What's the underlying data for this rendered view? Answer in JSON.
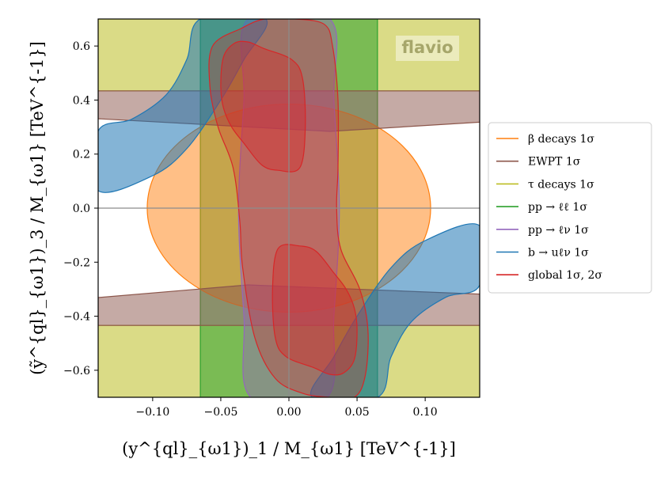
{
  "chart_data": {
    "type": "contour",
    "xlabel": "(y^{ql}_{ω1})_1 / M_{ω1}  [TeV^{-1}]",
    "ylabel": "(ỹ^{ql}_{ω1})_3 / M_{ω1}  [TeV^{-1}]",
    "xlim": [
      -0.14,
      0.14
    ],
    "ylim": [
      -0.7,
      0.7
    ],
    "x_ticks": [
      -0.1,
      -0.05,
      0.0,
      0.05,
      0.1
    ],
    "x_tick_labels": [
      "−0.10",
      "−0.05",
      "0.00",
      "0.05",
      "0.10"
    ],
    "y_ticks": [
      -0.6,
      -0.4,
      -0.2,
      0.0,
      0.2,
      0.4,
      0.6
    ],
    "y_tick_labels": [
      "−0.6",
      "−0.4",
      "−0.2",
      "0.0",
      "0.2",
      "0.4",
      "0.6"
    ],
    "watermark": "flavio",
    "legend_position": "outside-right",
    "legend": [
      {
        "label": "β decays 1σ",
        "color": "#ff7f0e"
      },
      {
        "label": "EWPT 1σ",
        "color": "#8c564b"
      },
      {
        "label": "τ decays 1σ",
        "color": "#bcbd22"
      },
      {
        "label": "pp → ℓℓ 1σ",
        "color": "#2ca02c"
      },
      {
        "label": "pp → ℓν 1σ",
        "color": "#9467bd"
      },
      {
        "label": "b → uℓν 1σ",
        "color": "#1f77b4"
      },
      {
        "label": "global 1σ, 2σ",
        "color": "#d62728"
      }
    ],
    "regions": {
      "beta_decays": {
        "type": "ellipse",
        "center": [
          0.0,
          0.0
        ],
        "rx": 0.104,
        "ry": 0.385
      },
      "ewpt_upper": [
        [
          -0.14,
          0.331
        ],
        [
          0.03,
          0.284
        ],
        [
          0.14,
          0.318
        ],
        [
          0.14,
          0.434
        ],
        [
          -0.14,
          0.434
        ]
      ],
      "ewpt_lower": [
        [
          -0.14,
          -0.331
        ],
        [
          -0.03,
          -0.284
        ],
        [
          0.14,
          -0.318
        ],
        [
          0.14,
          -0.434
        ],
        [
          -0.14,
          -0.434
        ]
      ],
      "tau_band_abs_y_min": 0.434,
      "pp_ll_x_range": [
        -0.065,
        0.065
      ],
      "pp_lnu": [
        [
          -0.028,
          -0.7
        ],
        [
          0.028,
          -0.7
        ],
        [
          0.033,
          -0.4
        ],
        [
          0.037,
          0.0
        ],
        [
          0.033,
          0.4
        ],
        [
          0.03,
          0.7
        ],
        [
          -0.03,
          0.7
        ],
        [
          -0.033,
          0.4
        ],
        [
          -0.037,
          0.0
        ],
        [
          -0.033,
          -0.4
        ]
      ],
      "b_ulnu_upper": [
        [
          -0.14,
          0.285
        ],
        [
          -0.115,
          0.33
        ],
        [
          -0.09,
          0.42
        ],
        [
          -0.075,
          0.55
        ],
        [
          -0.065,
          0.7
        ],
        [
          -0.017,
          0.7
        ],
        [
          -0.033,
          0.55
        ],
        [
          -0.05,
          0.4
        ],
        [
          -0.075,
          0.22
        ],
        [
          -0.1,
          0.12
        ],
        [
          -0.14,
          0.065
        ]
      ],
      "b_ulnu_lower": [
        [
          0.14,
          -0.285
        ],
        [
          0.115,
          -0.33
        ],
        [
          0.09,
          -0.42
        ],
        [
          0.075,
          -0.55
        ],
        [
          0.065,
          -0.7
        ],
        [
          0.017,
          -0.7
        ],
        [
          0.033,
          -0.55
        ],
        [
          0.05,
          -0.4
        ],
        [
          0.075,
          -0.22
        ],
        [
          0.1,
          -0.12
        ],
        [
          0.14,
          -0.065
        ]
      ],
      "global_2sigma": [
        [
          -0.035,
          0.665
        ],
        [
          -0.018,
          0.7
        ],
        [
          0.005,
          0.7
        ],
        [
          0.026,
          0.68
        ],
        [
          0.032,
          0.6
        ],
        [
          0.036,
          0.4
        ],
        [
          0.036,
          0.15
        ],
        [
          0.035,
          0.0
        ],
        [
          0.038,
          -0.15
        ],
        [
          0.052,
          -0.3
        ],
        [
          0.058,
          -0.45
        ],
        [
          0.056,
          -0.62
        ],
        [
          0.048,
          -0.7
        ],
        [
          0.03,
          -0.7
        ],
        [
          0.01,
          -0.685
        ],
        [
          -0.01,
          -0.63
        ],
        [
          -0.025,
          -0.48
        ],
        [
          -0.034,
          -0.22
        ],
        [
          -0.036,
          -0.05
        ],
        [
          -0.041,
          0.15
        ],
        [
          -0.052,
          0.3
        ],
        [
          -0.058,
          0.45
        ],
        [
          -0.056,
          0.6
        ]
      ],
      "global_1sigma_upper": [
        [
          -0.05,
          0.45
        ],
        [
          -0.048,
          0.56
        ],
        [
          -0.04,
          0.61
        ],
        [
          -0.03,
          0.615
        ],
        [
          -0.018,
          0.59
        ],
        [
          0.002,
          0.55
        ],
        [
          0.01,
          0.48
        ],
        [
          0.012,
          0.3
        ],
        [
          0.008,
          0.15
        ],
        [
          -0.008,
          0.14
        ],
        [
          -0.02,
          0.16
        ],
        [
          -0.033,
          0.24
        ],
        [
          -0.042,
          0.3
        ],
        [
          -0.048,
          0.37
        ]
      ],
      "global_1sigma_lower": [
        [
          0.05,
          -0.45
        ],
        [
          0.048,
          -0.56
        ],
        [
          0.04,
          -0.61
        ],
        [
          0.03,
          -0.615
        ],
        [
          0.018,
          -0.59
        ],
        [
          -0.002,
          -0.55
        ],
        [
          -0.01,
          -0.48
        ],
        [
          -0.012,
          -0.3
        ],
        [
          -0.008,
          -0.15
        ],
        [
          0.008,
          -0.14
        ],
        [
          0.02,
          -0.16
        ],
        [
          0.033,
          -0.24
        ],
        [
          0.042,
          -0.3
        ],
        [
          0.048,
          -0.37
        ]
      ]
    }
  }
}
